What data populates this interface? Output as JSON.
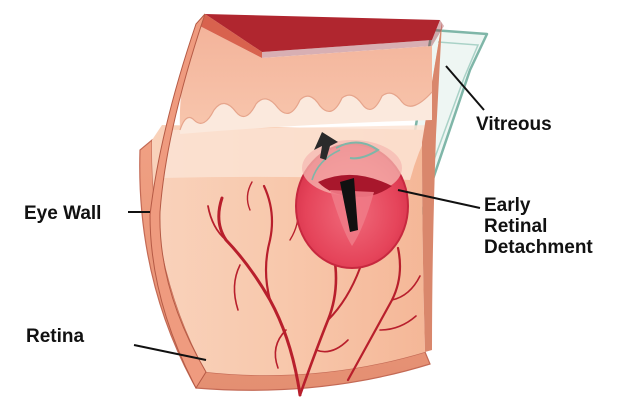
{
  "labels": {
    "vitreous": "Vitreous",
    "eye_wall": "Eye Wall",
    "retina": "Retina",
    "detachment_line1": "Early",
    "detachment_line2": "Retinal",
    "detachment_line3": "Detachment"
  },
  "colors": {
    "background": "#ffffff",
    "eye_wall_dark": "#b0262f",
    "eye_wall_mid": "#f1a588",
    "retina_light": "#f6c3a6",
    "retina_pale": "#fbe3d3",
    "vessel": "#b81f2c",
    "detachment_fill": "#e94b5e",
    "vitreous_edge": "#7fb6a8",
    "arrow": "#111111",
    "label_text": "#111111"
  }
}
